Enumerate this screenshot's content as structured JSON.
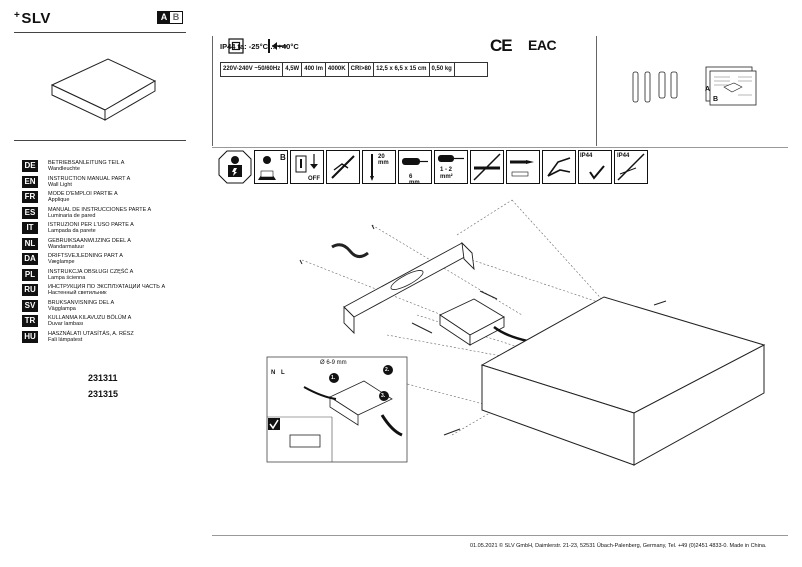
{
  "brand": {
    "logo_text": "SLV",
    "badge_a": "A",
    "badge_b": "B"
  },
  "specs": {
    "ip_line": "IP44  ta: -25°C …+40°C",
    "ce": "CE",
    "eac": "EAC",
    "table": [
      "220V-240V ~50/60Hz",
      "4,5W",
      "400 lm",
      "4000K",
      "CRI>80",
      "12,5 x 6,5 x 15 cm",
      "0,50 kg",
      ""
    ]
  },
  "icon_labels": {
    "off": "OFF",
    "strip_mm": "20 mm",
    "strip_6mm": "6 mm",
    "wire_section_top": "1 - 2",
    "wire_section_bottom": "mm²",
    "ip_a": "IP44",
    "ip_b": "IP44",
    "person_b": "B"
  },
  "languages": [
    {
      "code": "DE",
      "line1": "BETRIEBSANLEITUNG TEIL A",
      "line2": "Wandleuchte"
    },
    {
      "code": "EN",
      "line1": "INSTRUCTION MANUAL PART A",
      "line2": "Wall Light"
    },
    {
      "code": "FR",
      "line1": "MODE D'EMPLOI PARTIE A",
      "line2": "Applique"
    },
    {
      "code": "ES",
      "line1": "MANUAL DE INSTRUCCIONES PARTE A",
      "line2": "Luminaria de pared"
    },
    {
      "code": "IT",
      "line1": "ISTRUZIONI PER L'USO PARTE A",
      "line2": "Lampada da parete"
    },
    {
      "code": "NL",
      "line1": "GEBRUIKSAANWIJZING DEEL A",
      "line2": "Wandarmatuur"
    },
    {
      "code": "DA",
      "line1": "DRIFTSVEJLEDNING PART A",
      "line2": "Væglampe"
    },
    {
      "code": "PL",
      "line1": "INSTRUKCJA OBSŁUGI CZĘŚĆ A",
      "line2": "Lampa ścienna"
    },
    {
      "code": "RU",
      "line1": "ИНСТРУКЦИЯ ПО ЭКСПЛУАТАЦИИ ЧАСТЬ А",
      "line2": "Настенный светильник"
    },
    {
      "code": "SV",
      "line1": "BRUKSANVISNING DEL A",
      "line2": "Vägglampa"
    },
    {
      "code": "TR",
      "line1": "KULLANMA KILAVUZU BÖLÜM A",
      "line2": "Duvar lambası"
    },
    {
      "code": "HU",
      "line1": "HASZNÁLATI UTASÍTÁS, A. RÉSZ",
      "line2": "Fali lámpatest"
    }
  ],
  "article_numbers": [
    "231311",
    "231315"
  ],
  "diagram": {
    "terminal_n": "N",
    "terminal_l": "L",
    "strip_length": "Ø 6-9 mm",
    "step1": "1.",
    "step2": "2.",
    "step3": "3.",
    "sheet_a": "A",
    "sheet_b": "B"
  },
  "footer": "01.05.2021  © SLV GmbH, Daimlerstr. 21-23, 52531 Übach-Palenberg, Germany, Tel. +49 (0)2451 4833-0. Made in China."
}
